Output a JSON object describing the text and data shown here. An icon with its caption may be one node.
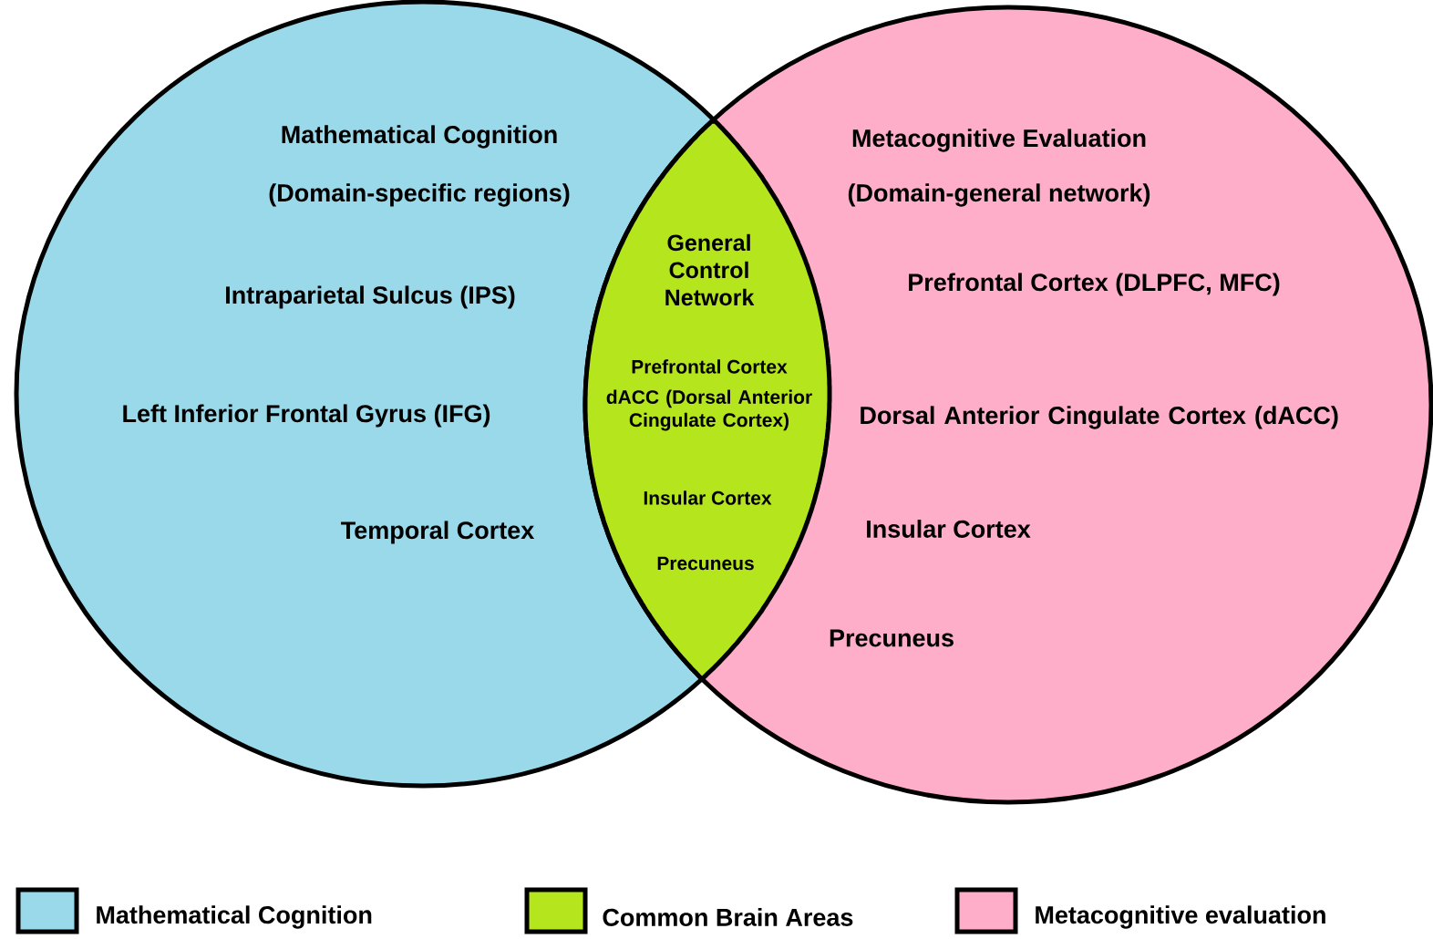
{
  "diagram": {
    "nodes": [
      {
        "text": [
          "Mathematical Cognition",
          "(Domain-specific regions)",
          "Intraparietal Sulcus (IPS)",
          "Left Inferior Frontal Gyrus (IFG)",
          "Temporal Cortex"
        ]
      },
      {
        "text": [
          "Metacognitive Evaluation",
          "(Domain-general network)",
          "Prefrontal Cortex (DLPFC, MFC)",
          "Dorsal Anterior Cingulate Cortex (dACC)",
          "Insular Cortex",
          "Precuneus"
        ]
      },
      {
        "text": [
          "General Control Network",
          "Prefrontal Cortex",
          "dACC (Dorsal Anterior Cingulate Cortex)",
          "Insular Cortex",
          "Precuneus"
        ]
      }
    ],
    "legend": [
      {
        "text": "Mathematical Cognition",
        "color": "#99d9ea"
      },
      {
        "text": "Common Brain Areas",
        "color": "#b5e61d"
      },
      {
        "text": "Metacognitive evaluation",
        "color": "#ffaec9"
      }
    ]
  }
}
